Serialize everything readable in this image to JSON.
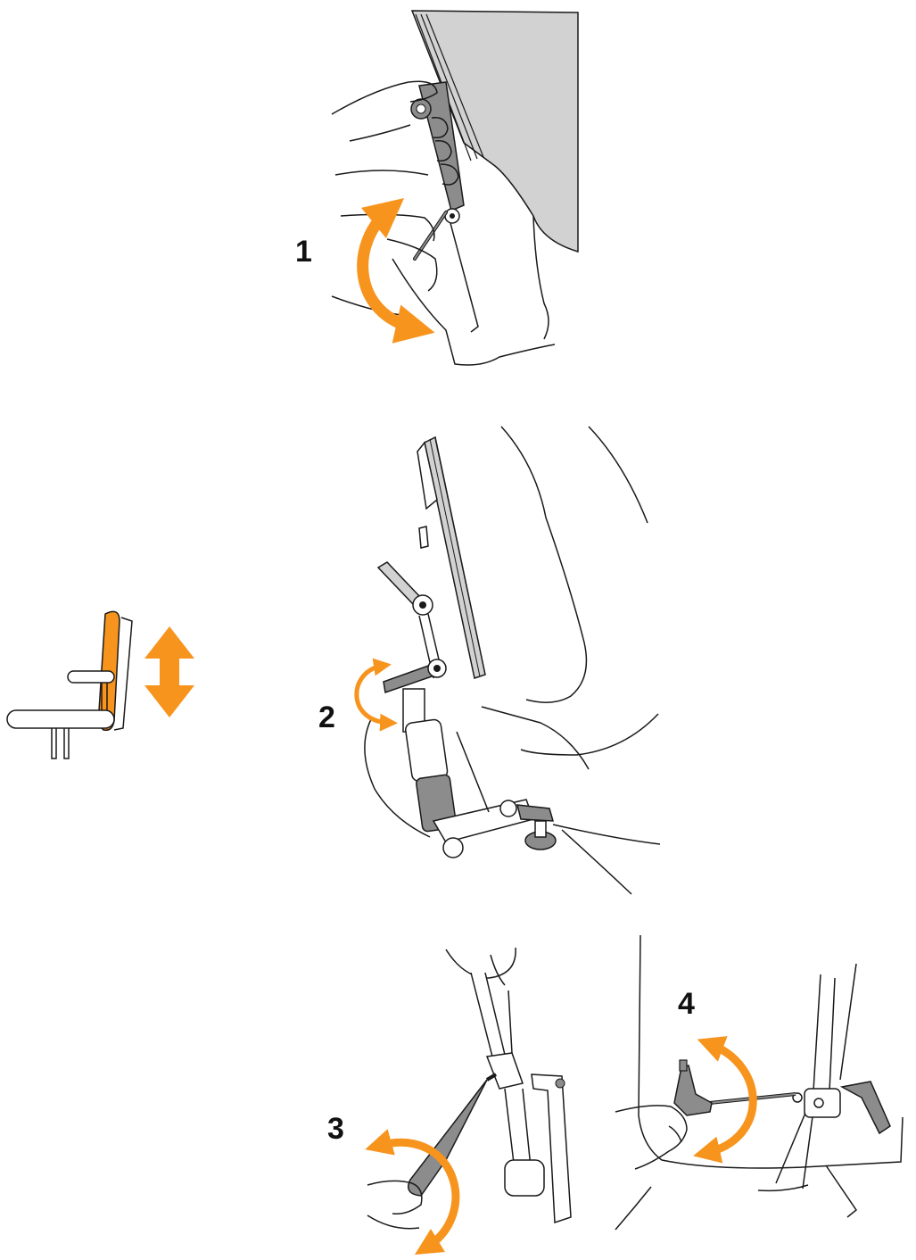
{
  "steps": [
    {
      "number": "1",
      "action": "rotate"
    },
    {
      "number": "2",
      "action": "rotate"
    },
    {
      "number": "3",
      "action": "rotate"
    },
    {
      "number": "4",
      "action": "rotate"
    }
  ],
  "icons": {
    "overview": "seat-backrest-height-adjust-icon",
    "height_arrow": "double-vertical-arrow-icon",
    "rotate_arrow": "curved-double-arrow-icon"
  },
  "colors": {
    "accent": "#F7941D",
    "line": "#1a1a1a",
    "metal": "#8c8c8c",
    "pad": "#d2d2d2"
  }
}
